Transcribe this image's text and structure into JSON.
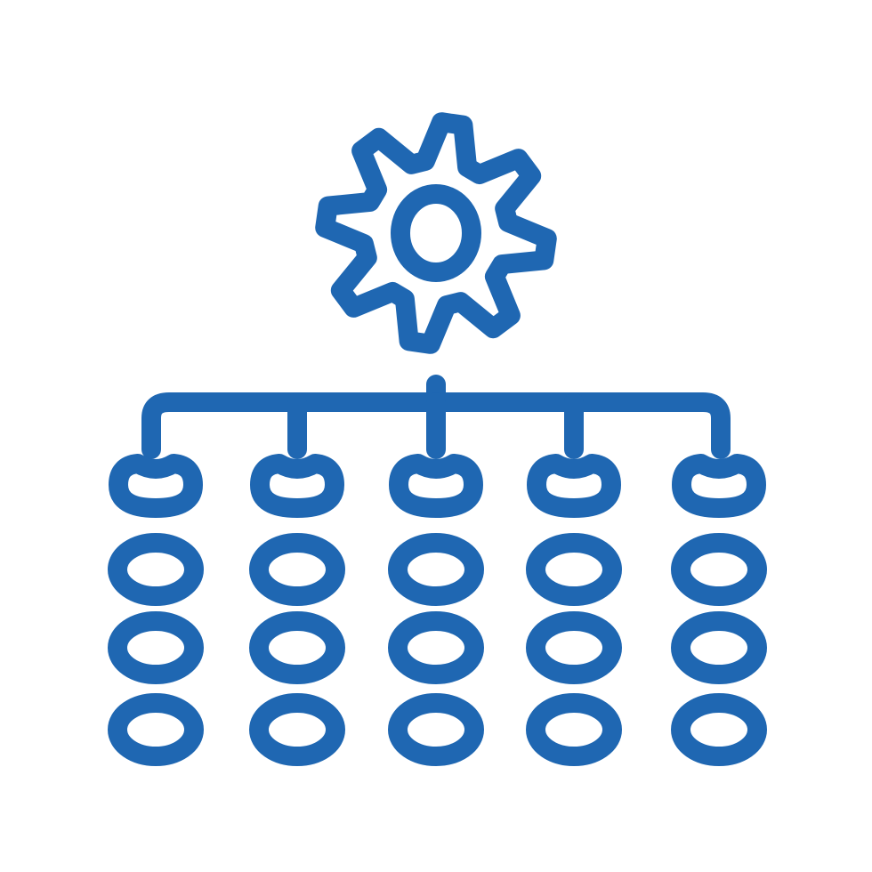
{
  "icon": {
    "name": "network-settings-hierarchy-icon",
    "description_semantic": "gear-connected-to-database-columns",
    "color": "#1f67b2",
    "background": "#ffffff",
    "gear": {
      "name": "gear-icon",
      "teeth": 8
    },
    "columns": 5,
    "nodes_per_column": 4
  }
}
